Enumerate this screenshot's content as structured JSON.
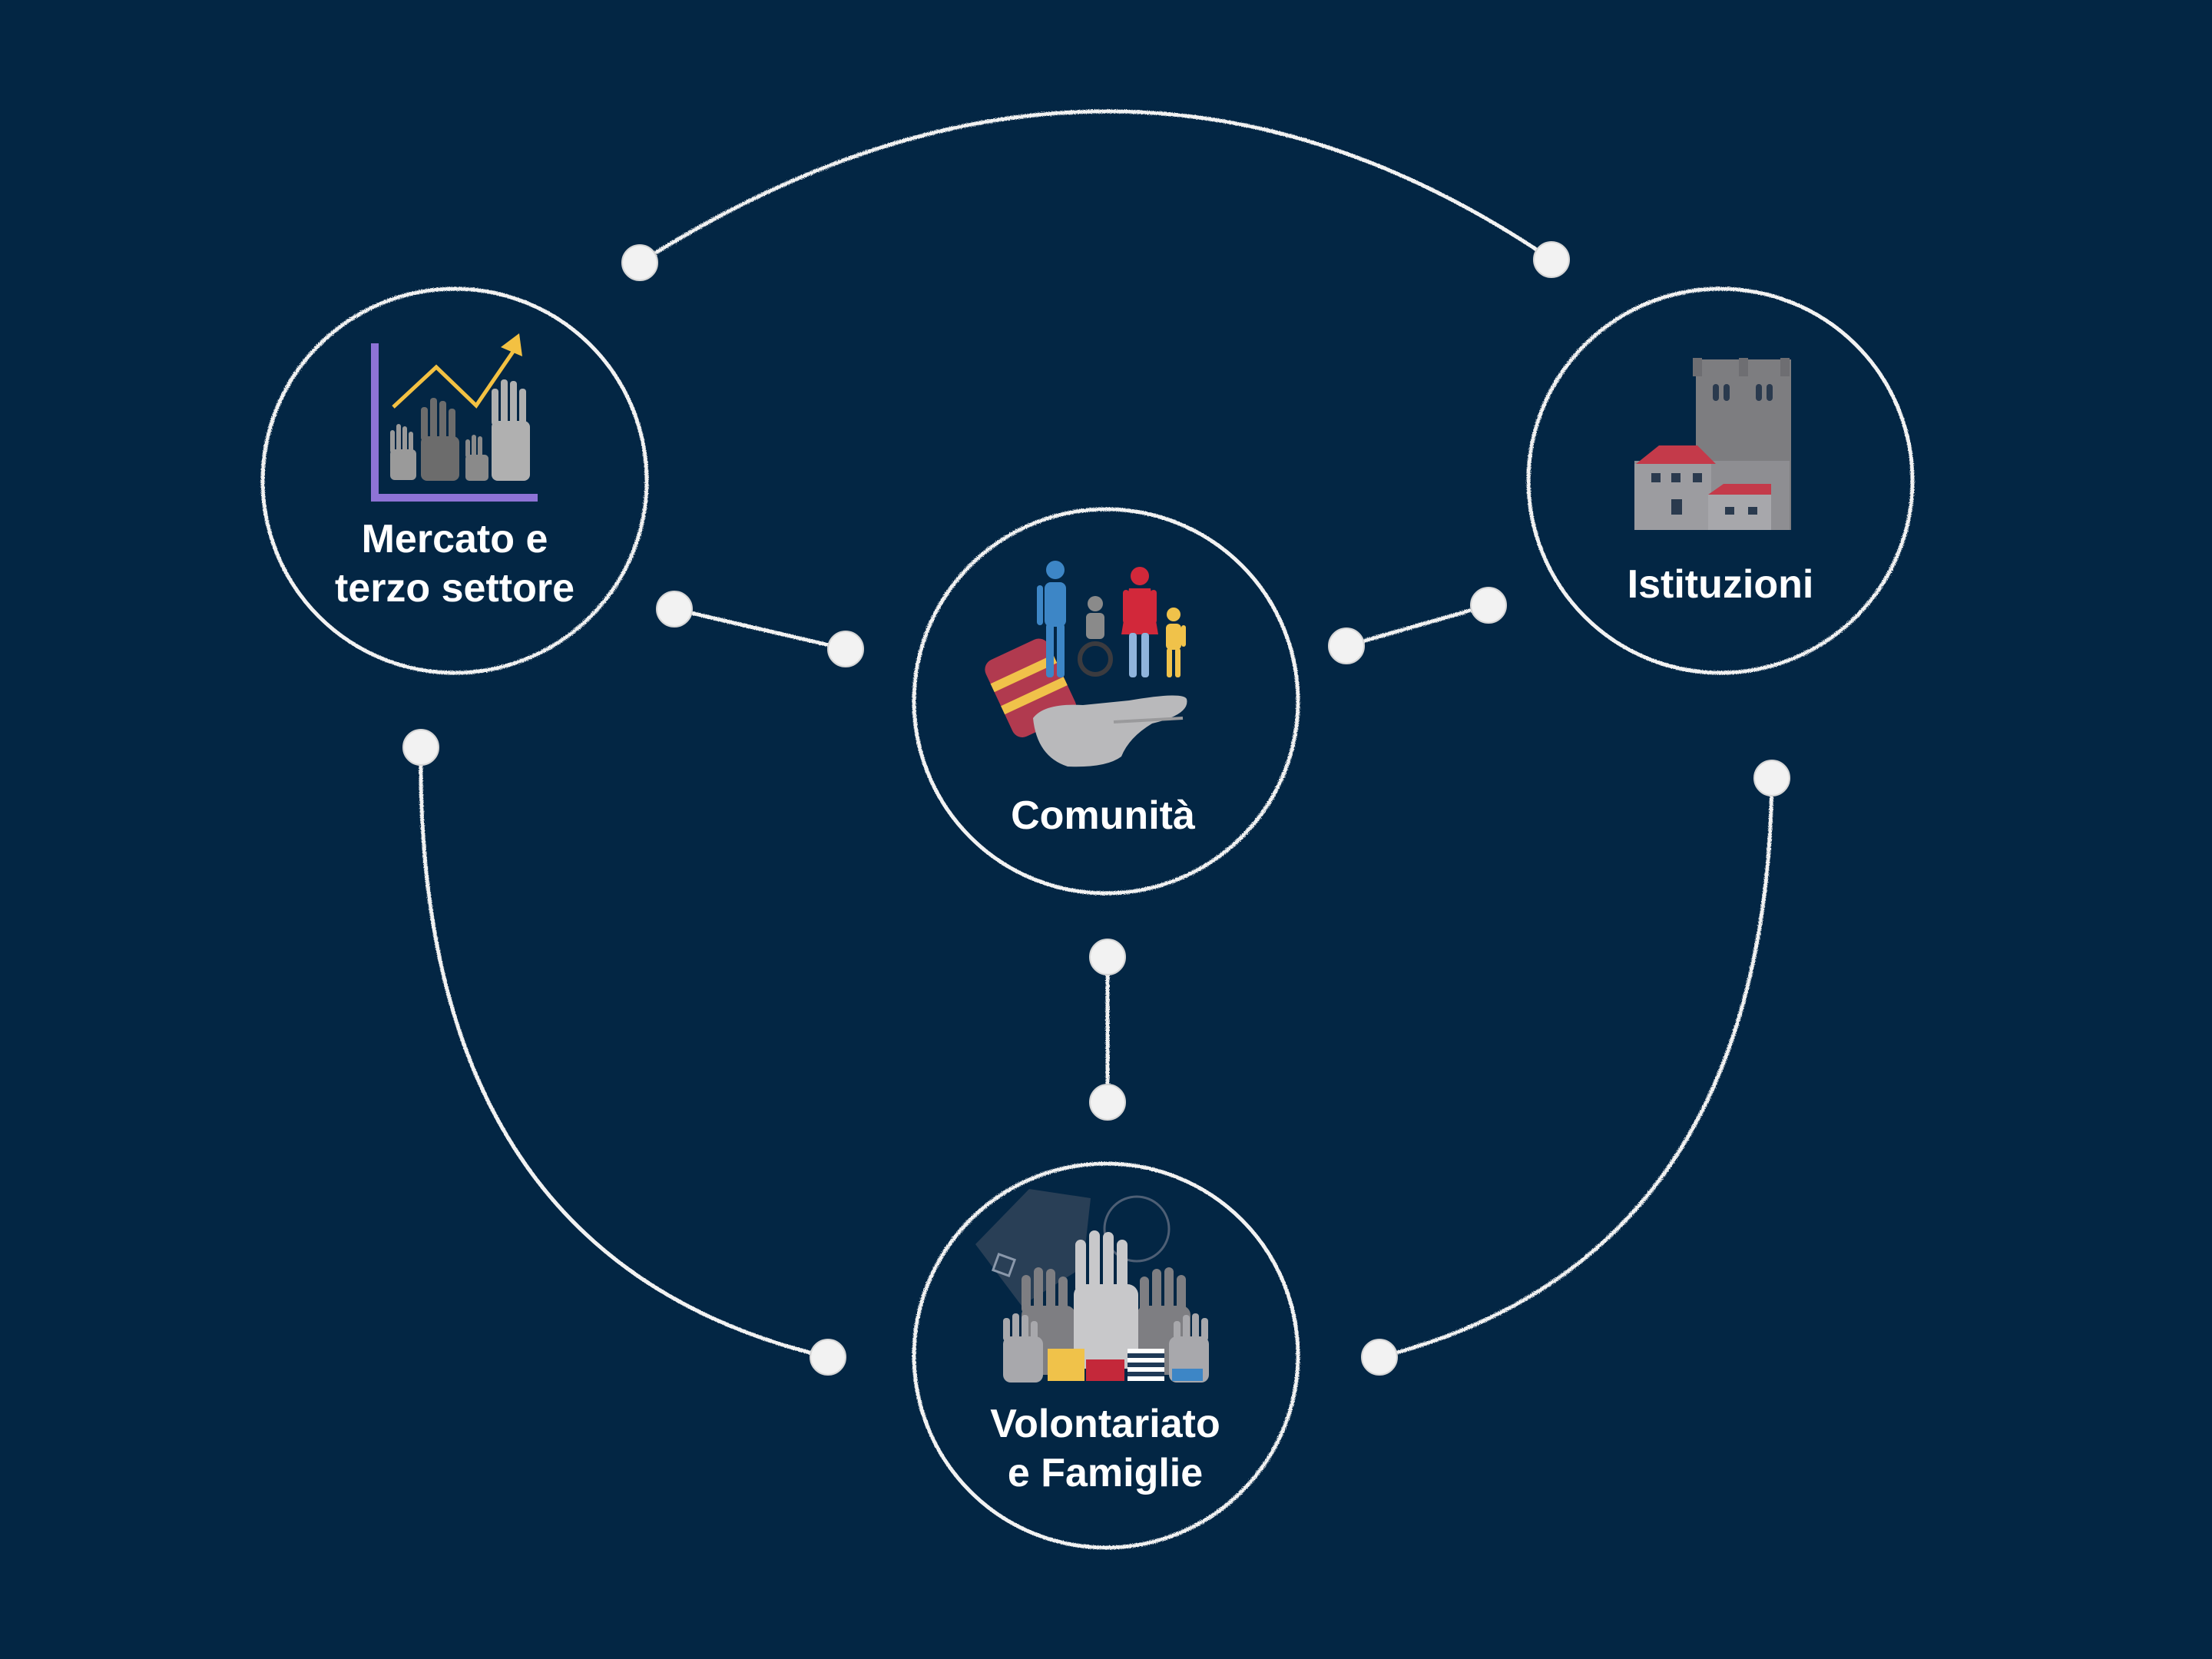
{
  "nodes": {
    "mercato": {
      "label": "Mercato e\nterzo settore"
    },
    "istituzioni": {
      "label": "Istituzioni"
    },
    "comunita": {
      "label": "Comunità"
    },
    "volontariato": {
      "label": "Volontariato\ne Famiglie"
    }
  },
  "icons": {
    "mercato": "raised-hands-growth-chart-icon",
    "istituzioni": "town-hall-tower-icon",
    "comunita": "family-on-open-hand-icon",
    "volontariato": "many-raised-hands-icon"
  },
  "colors": {
    "background": "#032644",
    "line": "#f2f2f2",
    "text": "#ffffff",
    "chart_axis": "#8e73d6",
    "chart_line": "#f3c142",
    "roof_red": "#c43a4a",
    "figure_blue": "#3d86c6",
    "figure_red": "#d2283a",
    "figure_yellow": "#f0c24a"
  }
}
